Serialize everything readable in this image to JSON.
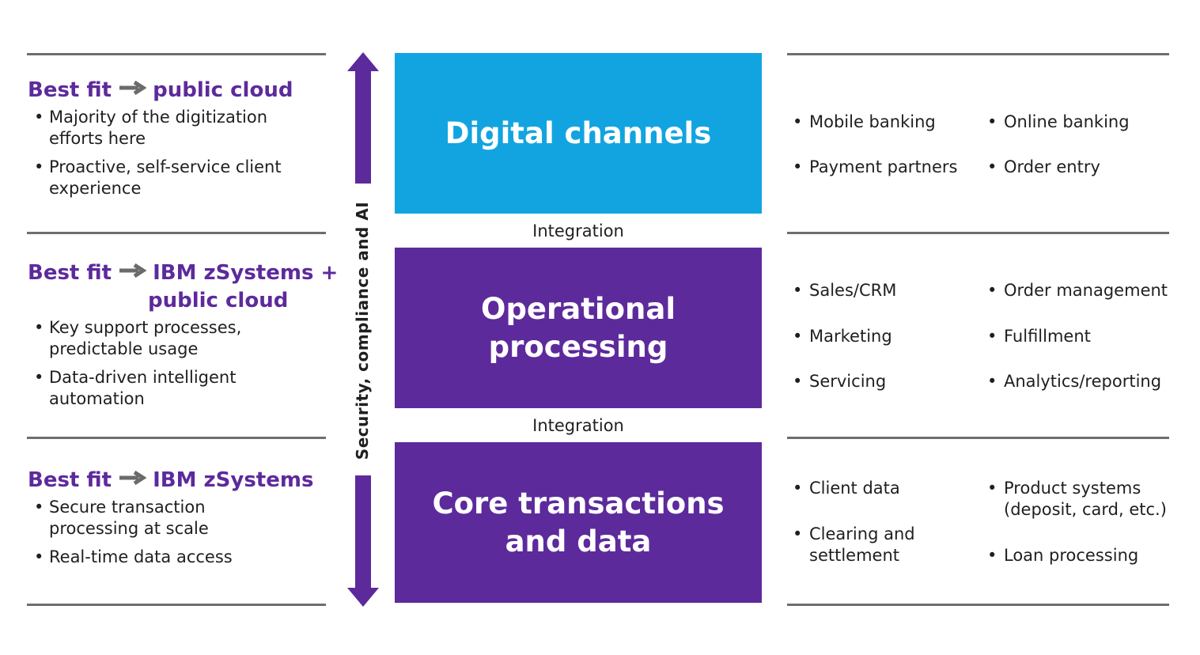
{
  "colors": {
    "purple": "#5d2a9c",
    "blue": "#12a4e0",
    "divider": "#6e6e6e"
  },
  "left": {
    "sections": [
      {
        "best_fit": "Best fit",
        "target_line1": "public cloud",
        "target_line2": "",
        "bullets": [
          "Majority of the digitization efforts here",
          "Proactive, self-service client experience"
        ]
      },
      {
        "best_fit": "Best fit",
        "target_line1": "IBM zSystems +",
        "target_line2": "public cloud",
        "bullets": [
          "Key support processes, predictable usage",
          "Data-driven intelligent automation"
        ]
      },
      {
        "best_fit": "Best fit",
        "target_line1": "IBM zSystems",
        "target_line2": "",
        "bullets": [
          "Secure transaction processing at scale",
          "Real-time data access"
        ]
      }
    ]
  },
  "axis_label": "Security, compliance and AI",
  "center": {
    "boxes": [
      {
        "label": "Digital channels",
        "color": "#12a4e0"
      },
      {
        "label": "Operational\nprocessing",
        "color": "#5d2a9c"
      },
      {
        "label": "Core transactions\nand data",
        "color": "#5d2a9c"
      }
    ],
    "integration_labels": [
      "Integration",
      "Integration"
    ]
  },
  "right": {
    "groups": [
      {
        "col1": [
          "Mobile banking",
          "Payment partners"
        ],
        "col2": [
          "Online banking",
          "Order entry"
        ]
      },
      {
        "col1": [
          "Sales/CRM",
          "Marketing",
          "Servicing"
        ],
        "col2": [
          "Order management",
          "Fulfillment",
          "Analytics/reporting"
        ]
      },
      {
        "col1": [
          "Client data",
          "Clearing and\nsettlement"
        ],
        "col2": [
          "Product systems\n(deposit, card, etc.)",
          "Loan processing"
        ]
      }
    ]
  }
}
